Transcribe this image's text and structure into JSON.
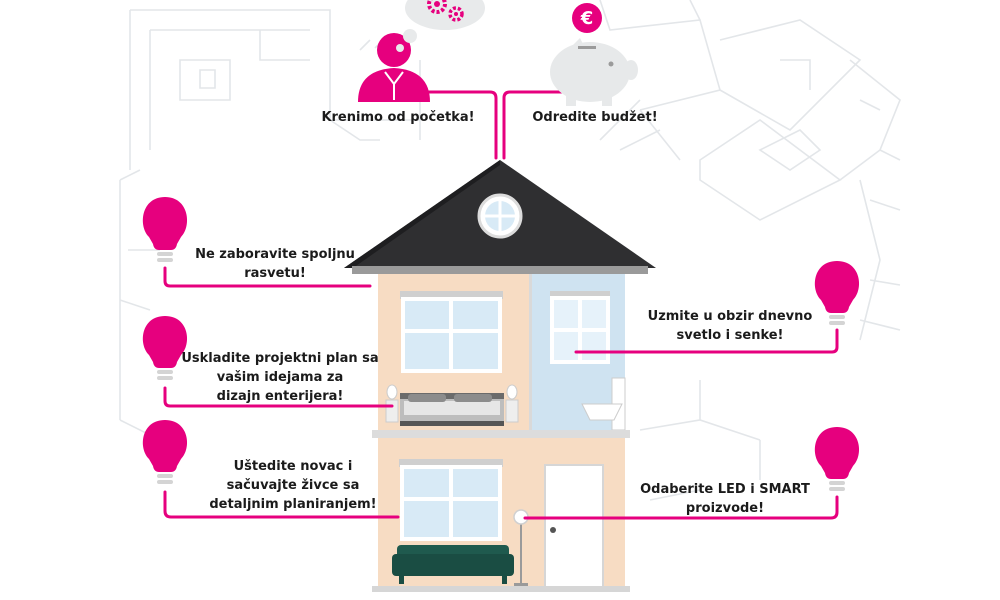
{
  "colors": {
    "accent": "#e6007e",
    "roof": "#2f2f31",
    "wall_warm": "#f7dcc3",
    "wall_cool": "#cfe3f1",
    "sofa": "#1f5a4e",
    "piggy": "#e7e9ea",
    "blueprint_lines": "#e3e6e9"
  },
  "icons": {
    "person": "person-icon",
    "thought": "thought-bubble-gears-icon",
    "piggy": "piggy-bank-euro-icon",
    "bulb": "light-bulb-icon",
    "house": "house-cross-section"
  },
  "labels": {
    "start": "Krenimo od početka!",
    "budget": "Odredite budžet!",
    "outdoor": [
      "Ne zaboravite spoljnu",
      "rasvetu!"
    ],
    "daylight": [
      "Uzmite u obzir dnevno",
      "svetlo i senke!"
    ],
    "plan": [
      "Uskladite projektni plan sa",
      "vašim idejama za",
      "dizajn enterijera!"
    ],
    "save": [
      "Uštedite novac i",
      "sačuvajte živce sa",
      "detaljnim planiranjem!"
    ],
    "led": [
      "Odaberite LED i SMART",
      "proizvode!"
    ]
  },
  "euro_symbol": "€"
}
